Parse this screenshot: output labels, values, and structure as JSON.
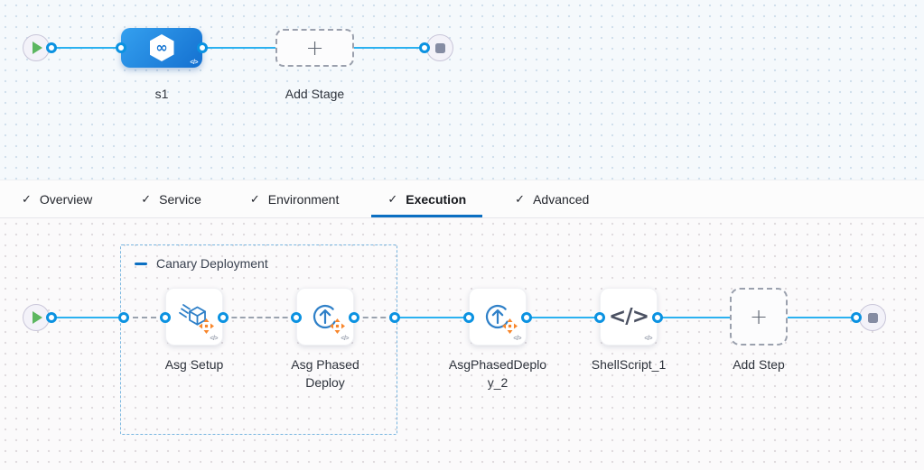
{
  "pipeline": {
    "stage_label": "s1",
    "add_stage_label": "Add Stage"
  },
  "tabs": [
    {
      "label": "Overview",
      "checked": true,
      "active": false
    },
    {
      "label": "Service",
      "checked": true,
      "active": false
    },
    {
      "label": "Environment",
      "checked": true,
      "active": false
    },
    {
      "label": "Execution",
      "checked": true,
      "active": true
    },
    {
      "label": "Advanced",
      "checked": true,
      "active": false
    }
  ],
  "execution": {
    "group_label": "Canary Deployment",
    "steps": [
      {
        "label": "Asg Setup",
        "icon": "asg-setup-icon"
      },
      {
        "label": "Asg Phased Deploy",
        "icon": "asg-phased-deploy-icon"
      },
      {
        "label": "AsgPhasedDeploy_2",
        "icon": "asg-phased-deploy-icon"
      },
      {
        "label": "ShellScript_1",
        "icon": "shell-script-icon"
      }
    ],
    "add_step_label": "Add Step"
  },
  "icons": {
    "check": "✓",
    "plus": "+",
    "infinity": "∞",
    "code": "</>"
  },
  "colors": {
    "line_blue": "#2bb1f0",
    "port_ring": "#0b92e1",
    "accent_blue": "#0b6fc2",
    "dashed_gray": "#9aa2ae",
    "orange": "#f8862b",
    "icon_blue": "#2f80c8"
  }
}
